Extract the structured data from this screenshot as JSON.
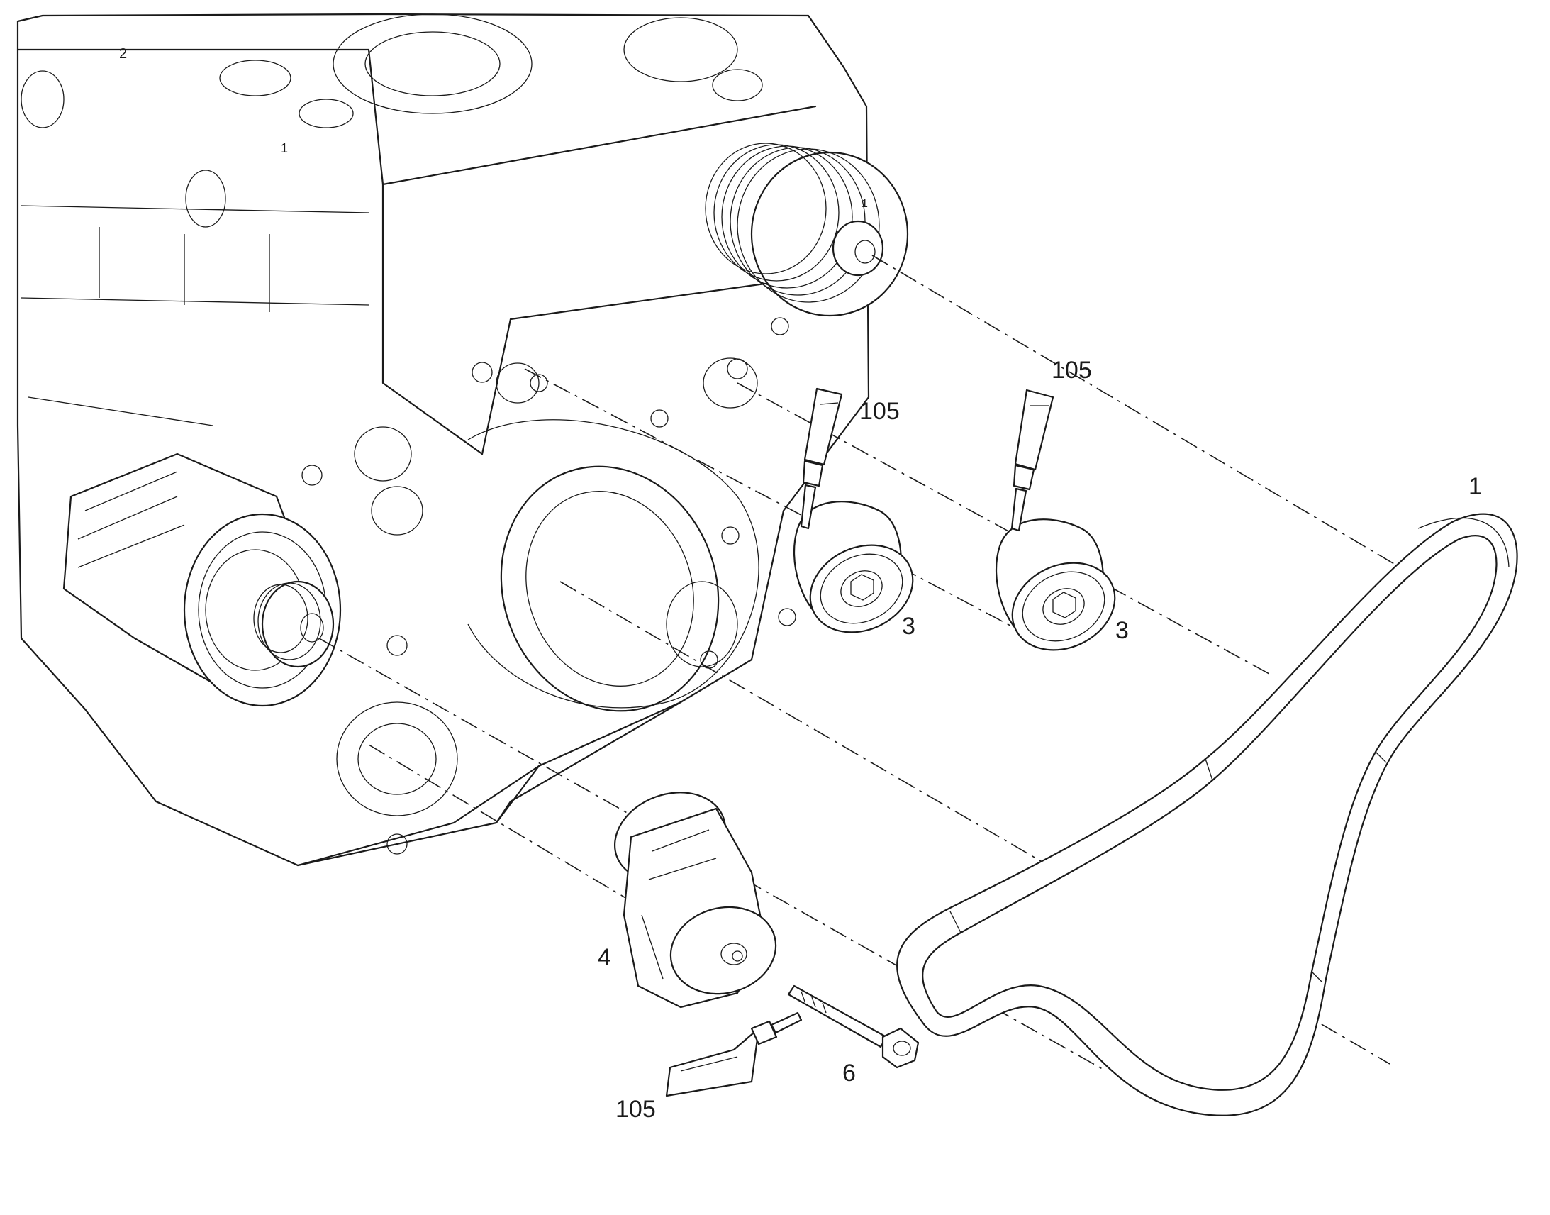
{
  "callouts": {
    "belt": "1",
    "idler_pulley_left": "3",
    "idler_pulley_right": "3",
    "tensioner": "4",
    "bolt": "6",
    "sealant_upper_left": "105",
    "sealant_upper_right": "105",
    "sealant_lower": "105"
  },
  "engine_marks": {
    "cylinder_mark_2": "2",
    "cylinder_mark_1": "1",
    "pump_mark": "1"
  },
  "colors": {
    "line": "#1a1a1a",
    "background": "#ffffff"
  }
}
